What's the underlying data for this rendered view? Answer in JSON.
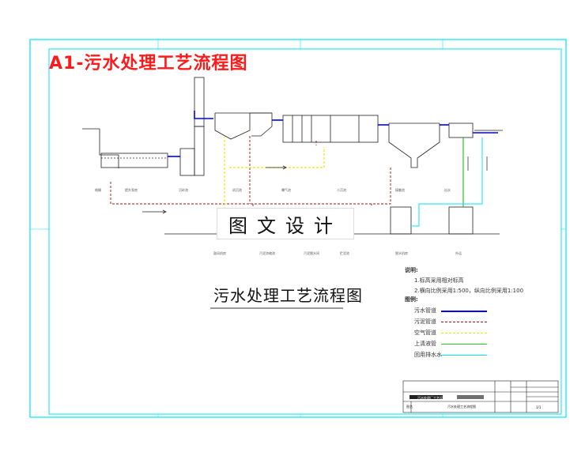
{
  "banner": "A1-污水处理工艺流程图",
  "watermark": "图文设计",
  "subtitle": "污水处理工艺流程图",
  "notes": {
    "title": "说明:",
    "lines": [
      "1.标高采用相对标高",
      "2.横向比例采用1:500，纵向比例采用1:100"
    ]
  },
  "legend": {
    "title": "图例:",
    "items": [
      {
        "label": "污水管道",
        "color": "#0000ff",
        "style": "solid"
      },
      {
        "label": "污泥管道",
        "color": "#a01010",
        "style": "dashed"
      },
      {
        "label": "空气管道",
        "color": "#e8e800",
        "style": "dashed"
      },
      {
        "label": "上清液管",
        "color": "#22cc22",
        "style": "solid"
      },
      {
        "label": "回用排水水",
        "color": "#00e5ff",
        "style": "solid"
      }
    ]
  },
  "titleblock": {
    "row1": "污水处理厂工艺设计",
    "row2": "污水处理工艺流程图",
    "label_left": "图名",
    "page": "1/1"
  },
  "units": [
    "格栅",
    "提升泵房",
    "沉砂池",
    "初沉池",
    "曝气池",
    "二沉池",
    "接触池",
    "出水",
    "鼓风机房",
    "污泥浓缩池",
    "污泥脱水间",
    "贮泥池",
    "脱水机房",
    "外运"
  ]
}
